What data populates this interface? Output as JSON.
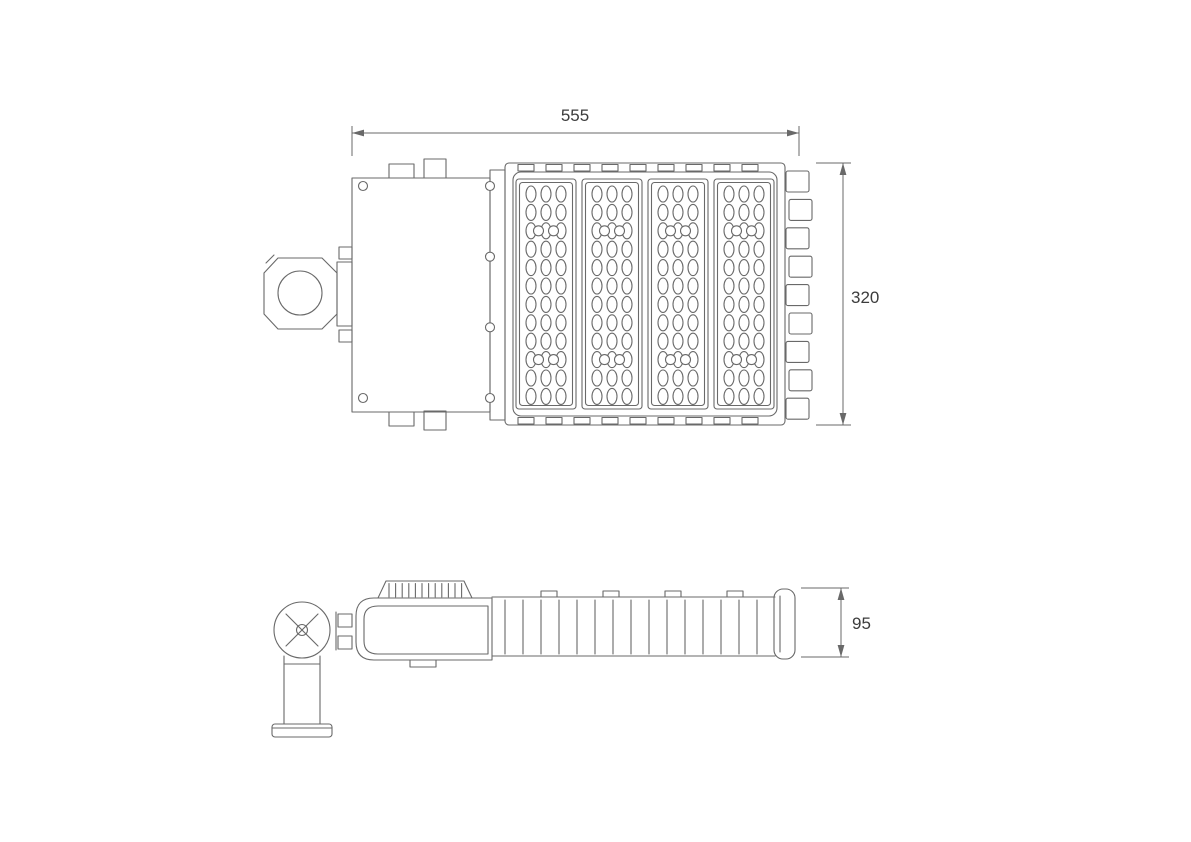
{
  "page": {
    "background_color": "#ffffff",
    "line_color": "#696969",
    "text_color": "#3c3c3c"
  },
  "dimensions": {
    "width_label": "555",
    "height_label": "320",
    "depth_label": "95"
  },
  "top_view": {
    "modules": 4,
    "led_columns": 3,
    "led_rows": 12,
    "side_fins": 9,
    "edge_tabs": 9,
    "strip_screws": 4,
    "body_screws": 2
  },
  "side_view": {
    "heatsink_fins": 15,
    "driver_ribs": 12,
    "top_tabs": 4
  }
}
